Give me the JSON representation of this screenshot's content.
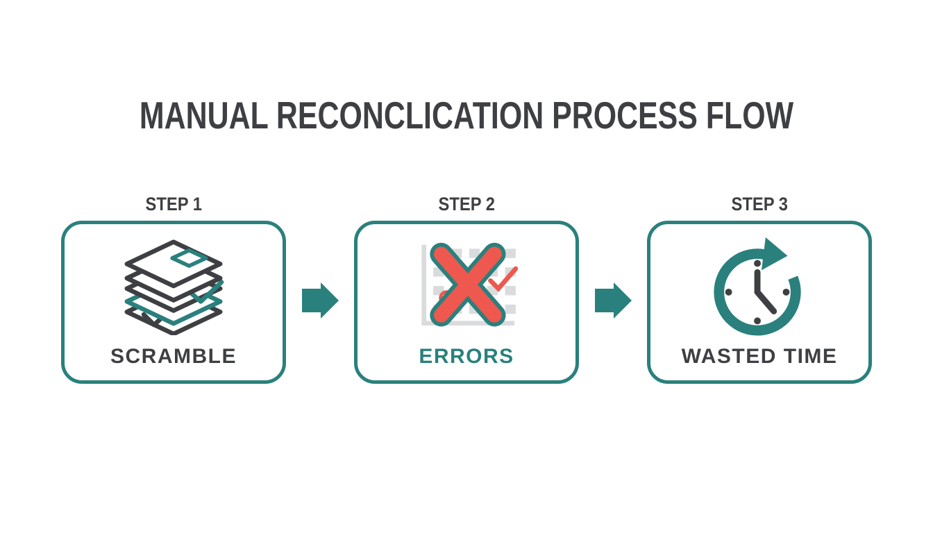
{
  "title": "MANUAL RECONCLICATION PROCESS FLOW",
  "colors": {
    "teal": "#2a807d",
    "dark_text": "#3d3f42",
    "red": "#ee584e",
    "grid_gray": "#d9dbdc",
    "background": "#ffffff"
  },
  "steps": [
    {
      "label": "STEP 1",
      "caption": "SCRAMBLE",
      "icon": "paper-stack-icon"
    },
    {
      "label": "STEP 2",
      "caption": "ERRORS",
      "icon": "spreadsheet-error-icon"
    },
    {
      "label": "STEP 3",
      "caption": "WASTED TIME",
      "icon": "wasted-time-clock-icon"
    }
  ]
}
